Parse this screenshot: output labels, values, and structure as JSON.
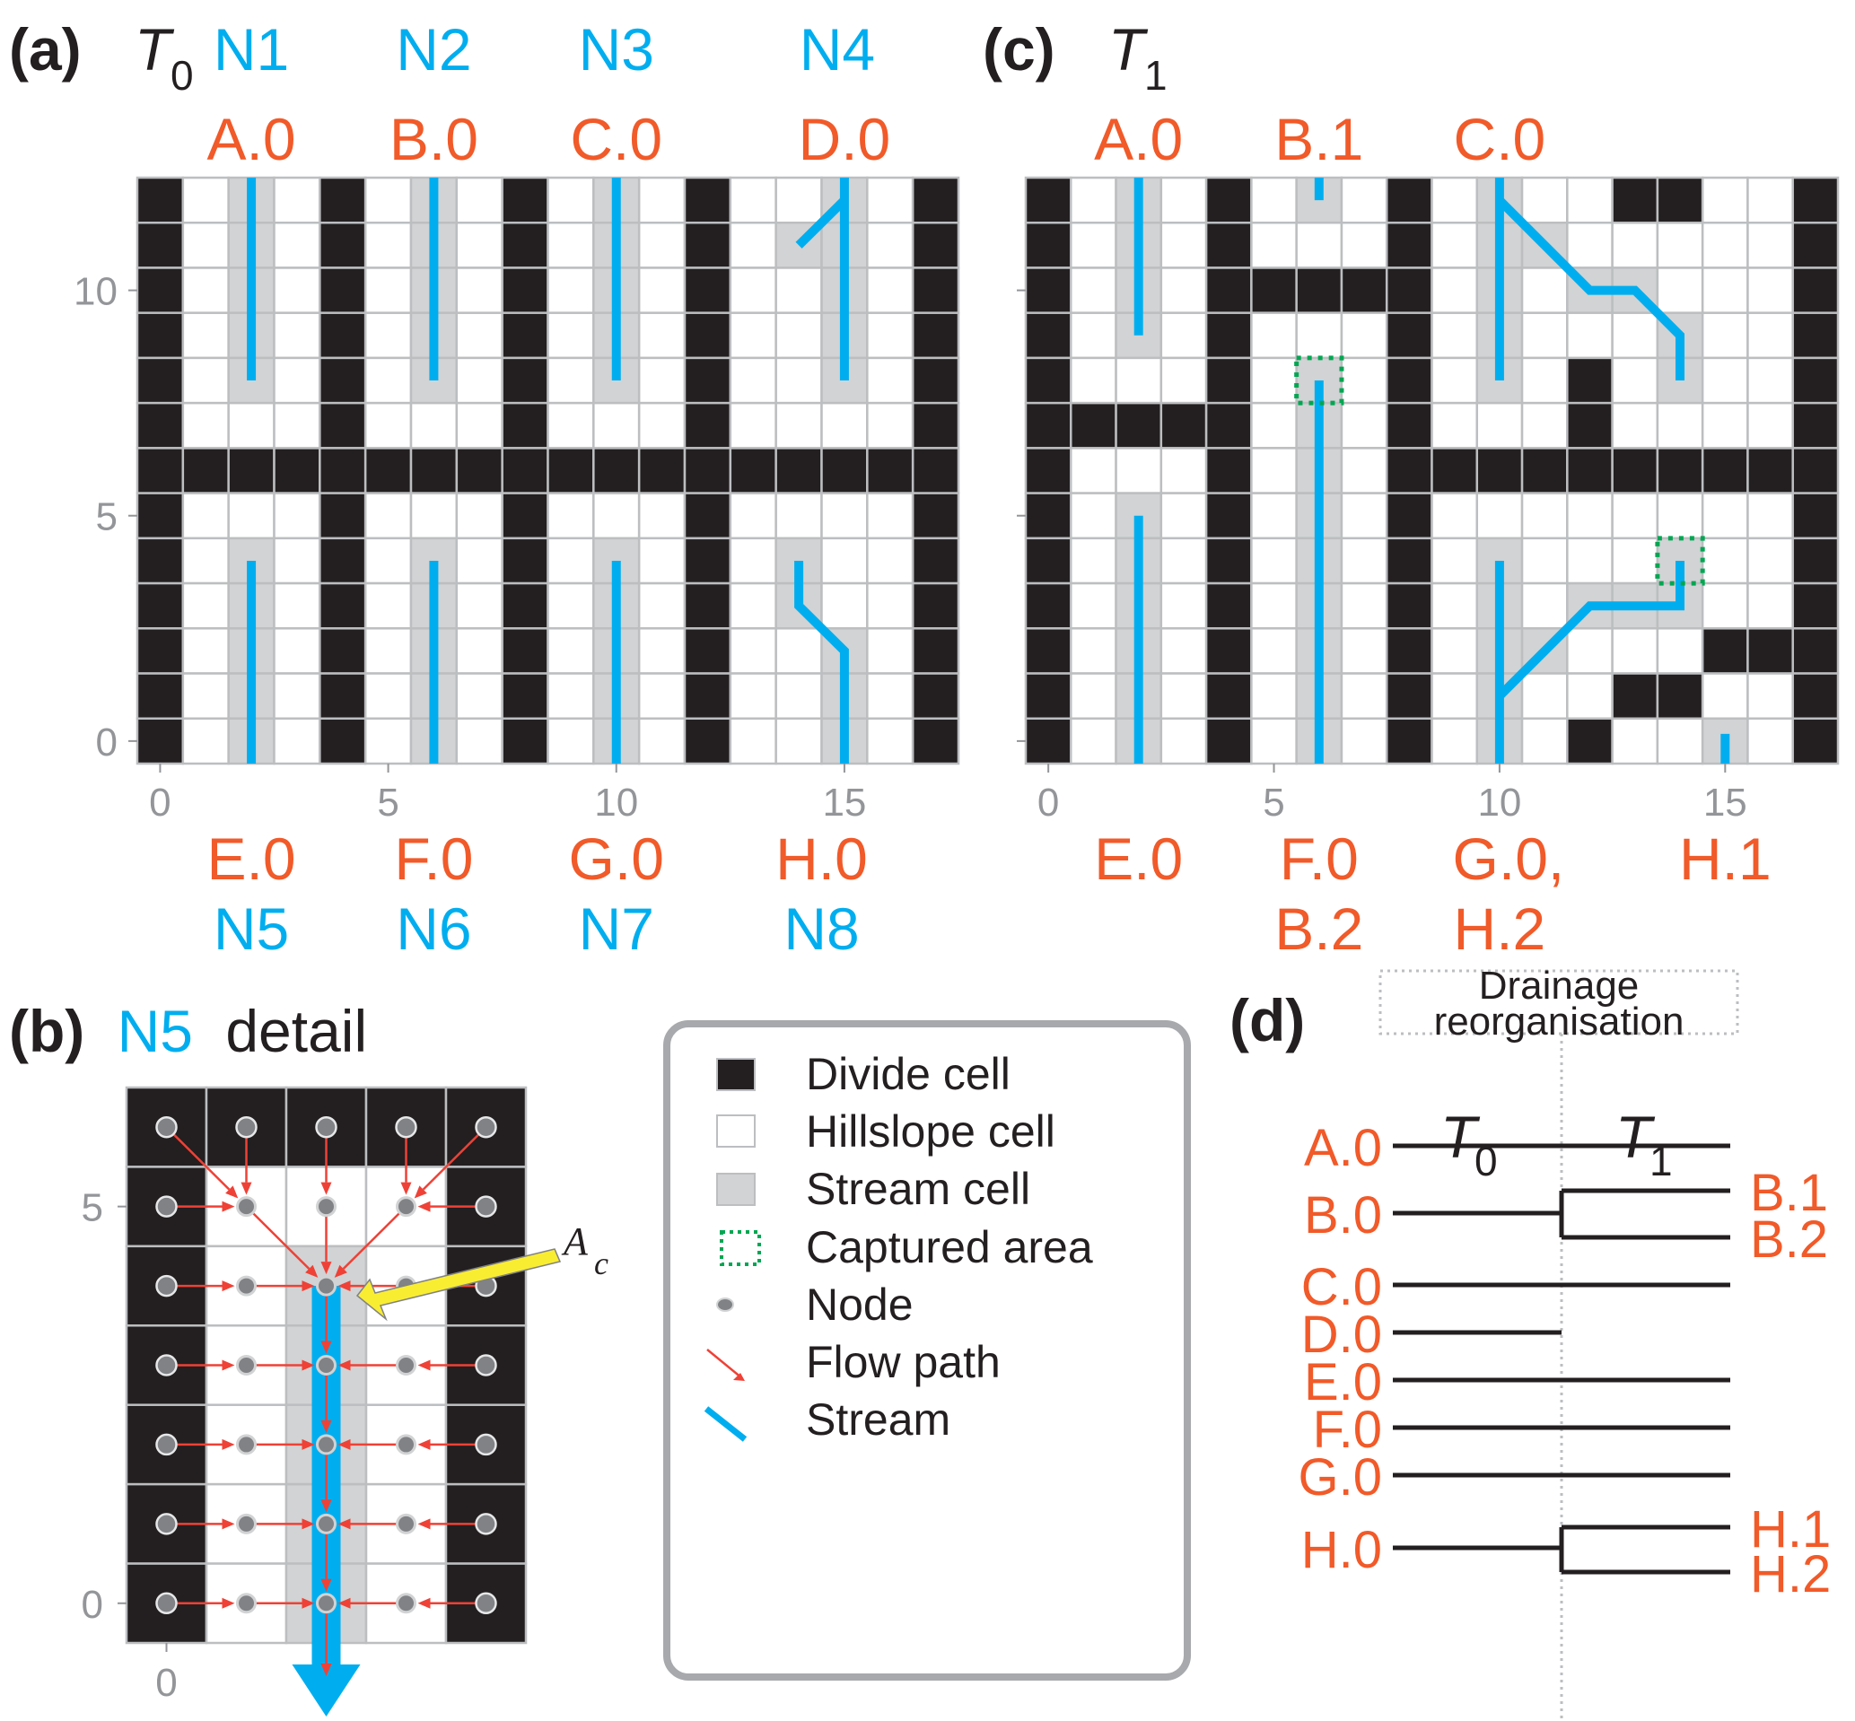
{
  "colors": {
    "divide": "#231f20",
    "hillslope": "#ffffff",
    "stream_cell": "#d1d3d4",
    "grid_line": "#bcbec0",
    "stream": "#00aeef",
    "captured": "#00a651",
    "node": "#808285",
    "flow_path": "#ef4136",
    "label_orange": "#f15a29",
    "label_blue": "#00aeef",
    "tick": "#939598",
    "arrow_yellow": "#f9ed32"
  },
  "panel_a": {
    "label": "(a)",
    "time": "T",
    "time_sub": "0",
    "top_network_labels": [
      "N1",
      "N2",
      "N3",
      "N4"
    ],
    "top_basin_labels": [
      "A.0",
      "B.0",
      "C.0",
      "D.0"
    ],
    "bottom_basin_labels": [
      "E.0",
      "F.0",
      "G.0",
      "H.0"
    ],
    "bottom_network_labels": [
      "N5",
      "N6",
      "N7",
      "N8"
    ],
    "x_ticks": [
      "0",
      "5",
      "10",
      "15"
    ],
    "y_ticks": [
      "0",
      "5",
      "10"
    ],
    "grid": {
      "cols": 18,
      "rows": 13,
      "cells_top_to_bottom": [
        "D.S.D.S.D.S.D.S.D",
        "",
        "",
        "",
        "",
        "",
        "",
        "",
        "",
        "",
        "",
        "",
        ""
      ]
    }
  },
  "panel_c": {
    "label": "(c)",
    "time": "T",
    "time_sub": "1",
    "top_basin_labels": [
      "A.0",
      "B.1",
      "C.0"
    ],
    "bottom_basin_labels": [
      "E.0",
      "F.0",
      "G.0,",
      "H.1"
    ],
    "bottom_basin_labels_line2": [
      "",
      "B.2",
      "H.2",
      ""
    ],
    "x_ticks": [
      "0",
      "5",
      "10",
      "15"
    ]
  },
  "panel_b": {
    "label": "(b)",
    "title_blue": "N5",
    "title_rest": "detail",
    "x_ticks": [
      "0"
    ],
    "y_ticks": [
      "0",
      "5"
    ],
    "annotation": "A",
    "annotation_sub": "c"
  },
  "legend": {
    "items": [
      {
        "icon": "divide-cell-icon",
        "label": "Divide cell"
      },
      {
        "icon": "hillslope-cell-icon",
        "label": "Hillslope cell"
      },
      {
        "icon": "stream-cell-icon",
        "label": "Stream cell"
      },
      {
        "icon": "captured-area-icon",
        "label": "Captured area"
      },
      {
        "icon": "node-icon",
        "label": "Node"
      },
      {
        "icon": "flow-path-icon",
        "label": "Flow path"
      },
      {
        "icon": "stream-icon",
        "label": "Stream"
      }
    ]
  },
  "panel_d": {
    "label": "(d)",
    "box_line1": "Drainage",
    "box_line2": "reorganisation",
    "t0": "T",
    "t0_sub": "0",
    "t1": "T",
    "t1_sub": "1",
    "left_labels": [
      "A.0",
      "B.0",
      "C.0",
      "D.0",
      "E.0",
      "F.0",
      "G.0",
      "H.0"
    ],
    "right_labels": [
      "B.1",
      "B.2",
      "H.1",
      "H.2"
    ]
  }
}
